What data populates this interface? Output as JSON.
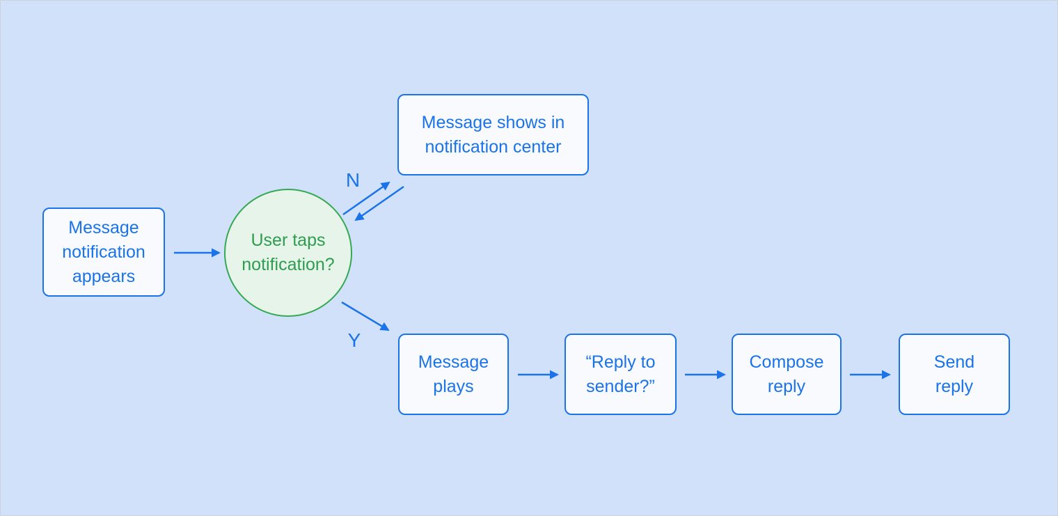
{
  "diagram": {
    "type": "flowchart",
    "background_color": "#D0E1F9",
    "colors": {
      "accent_blue": "#1A73E8",
      "rect_node_fill": "#F8FAFD",
      "decision_border_green": "#34A853",
      "decision_text_green": "#2E9D4F",
      "decision_fill_green": "#E6F4EA"
    },
    "nodes": [
      {
        "id": "message-notification-appears",
        "shape": "rect",
        "label": "Message notification appears",
        "lines": [
          "Message",
          "notification",
          "appears"
        ]
      },
      {
        "id": "user-taps-notification",
        "shape": "circle",
        "label": "User taps notification?",
        "lines": [
          "User taps",
          "notification?"
        ]
      },
      {
        "id": "message-shows-in-notification-center",
        "shape": "rect",
        "label": "Message shows in notification center",
        "lines": [
          "Message shows in",
          "notification center"
        ]
      },
      {
        "id": "message-plays",
        "shape": "rect",
        "label": "Message plays",
        "lines": [
          "Message",
          "plays"
        ]
      },
      {
        "id": "reply-to-sender",
        "shape": "rect",
        "label": "“Reply to sender?”",
        "lines": [
          "“Reply to",
          "sender?”"
        ]
      },
      {
        "id": "compose-reply",
        "shape": "rect",
        "label": "Compose reply",
        "lines": [
          "Compose",
          "reply"
        ]
      },
      {
        "id": "send-reply",
        "shape": "rect",
        "label": "Send reply",
        "lines": [
          "Send",
          "reply"
        ]
      }
    ],
    "edges": [
      {
        "from": "message-notification-appears",
        "to": "user-taps-notification",
        "label": ""
      },
      {
        "from": "user-taps-notification",
        "to": "message-shows-in-notification-center",
        "label": "N"
      },
      {
        "from": "message-shows-in-notification-center",
        "to": "user-taps-notification",
        "label": ""
      },
      {
        "from": "user-taps-notification",
        "to": "message-plays",
        "label": "Y"
      },
      {
        "from": "message-plays",
        "to": "reply-to-sender",
        "label": ""
      },
      {
        "from": "reply-to-sender",
        "to": "compose-reply",
        "label": ""
      },
      {
        "from": "compose-reply",
        "to": "send-reply",
        "label": ""
      }
    ]
  }
}
